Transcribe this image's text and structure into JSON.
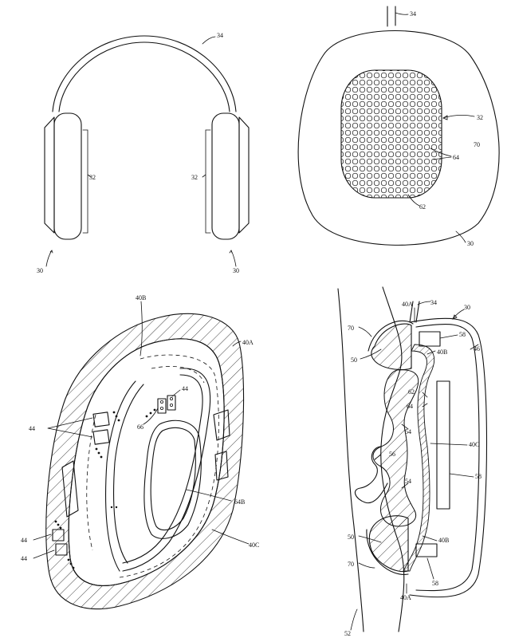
{
  "figures": {
    "fig1": {
      "labels": {
        "headband": "34",
        "cup_left": "32",
        "cup_right": "32",
        "ref_left": "30",
        "ref_right": "30"
      }
    },
    "fig2": {
      "labels": {
        "headband": "34",
        "cup": "32",
        "holes": "64",
        "fabric": "62",
        "cushion": "70",
        "ref": "30"
      }
    },
    "fig3": {
      "labels": {
        "top": "40B",
        "right_top": "40A",
        "sensor_top": "44",
        "sensor_left": "44",
        "sensor_bl1": "44",
        "sensor_bl2": "44",
        "connector": "66",
        "window": "64B",
        "bottom": "40C"
      }
    },
    "fig4": {
      "labels": {
        "top_40a": "40A",
        "top_34": "34",
        "ref_30": "30",
        "cushion_top": "70",
        "cap_top": "50",
        "box_top": "58",
        "layer_top": "40B",
        "right_46": "46",
        "fabric_62": "62",
        "holes_64": "64",
        "foam_54_top": "54",
        "right_40c": "40C",
        "cavity_56": "56",
        "box_mid": "58",
        "foam_54_bot": "54",
        "cap_bot": "50",
        "layer_bot": "40B",
        "cushion_bot": "70",
        "box_bot": "58",
        "bottom_40a": "40A",
        "bottom_52": "52"
      }
    }
  }
}
